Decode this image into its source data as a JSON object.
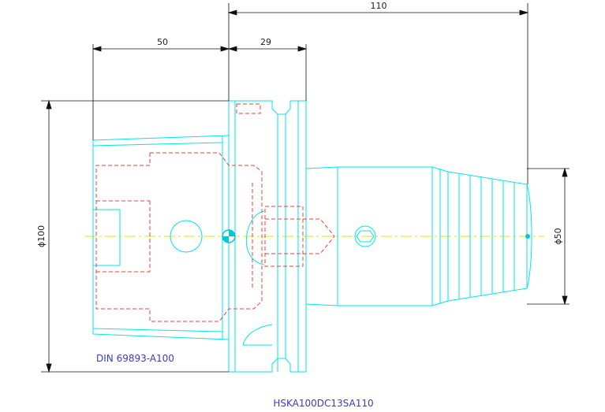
{
  "dimensions": {
    "overall_length": "110",
    "taper_length": "50",
    "flange_length": "29",
    "flange_diameter": "ϕ100",
    "shank_diameter": "ϕ50"
  },
  "labels": {
    "standard": "DIN 69893-A100",
    "part_number": "HSKA100DC13SA110"
  },
  "colors": {
    "outline": "#00e5ee",
    "hidden": "#e8413b",
    "centerline": "#e6e600",
    "dimension": "#111111",
    "label": "#3a3ac8",
    "marker": "#00c8d8"
  }
}
